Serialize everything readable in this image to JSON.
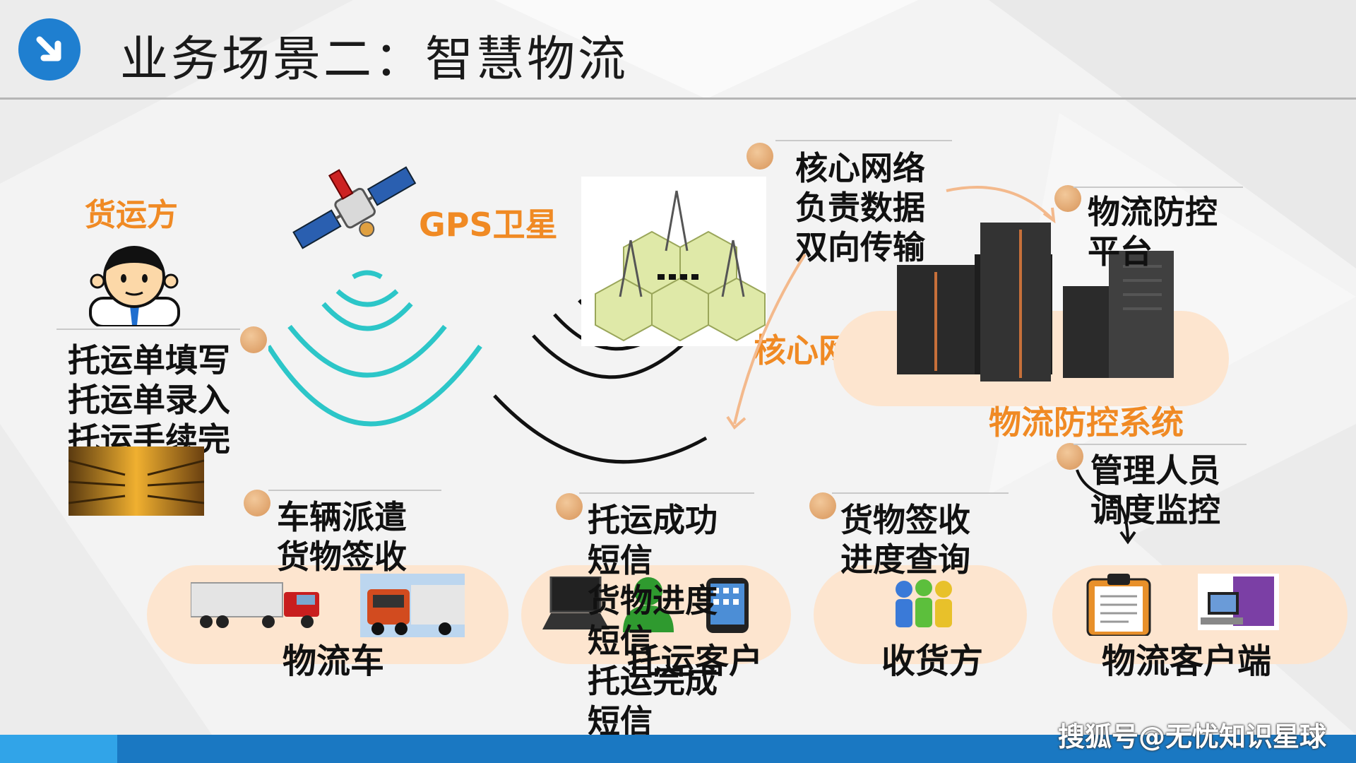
{
  "title": "业务场景二：智慧物流",
  "shipper": "货运方",
  "gps": "GPS卫星",
  "core_network_label": "核心网络",
  "core_desc": [
    "核心网络",
    "负责数据",
    "双向传输"
  ],
  "platform": [
    "物流防控",
    "平台"
  ],
  "control_system": "物流防控系统",
  "manager": [
    "管理人员",
    "调度监控"
  ],
  "shipper_tasks": [
    "托运单填写",
    "托运单录入",
    "托运手续完"
  ],
  "vehicle_tasks": [
    "车辆派遣",
    "货物签收"
  ],
  "sms_tasks": [
    "托运成功",
    "短信",
    "货物进度",
    "短信",
    "托运完成",
    "短信"
  ],
  "receiver_tasks": [
    "货物签收",
    "进度查询"
  ],
  "logistics_truck": "物流车",
  "consignor_client": "托运客户",
  "receiver": "收货方",
  "logistics_client": "物流客户端",
  "watermark": "搜狐号@无忧知识星球",
  "colors": {
    "accent": "#f08a24",
    "blue": "#1a78c2",
    "teal": "#2cc6c8",
    "pill": "#fde5cf"
  }
}
